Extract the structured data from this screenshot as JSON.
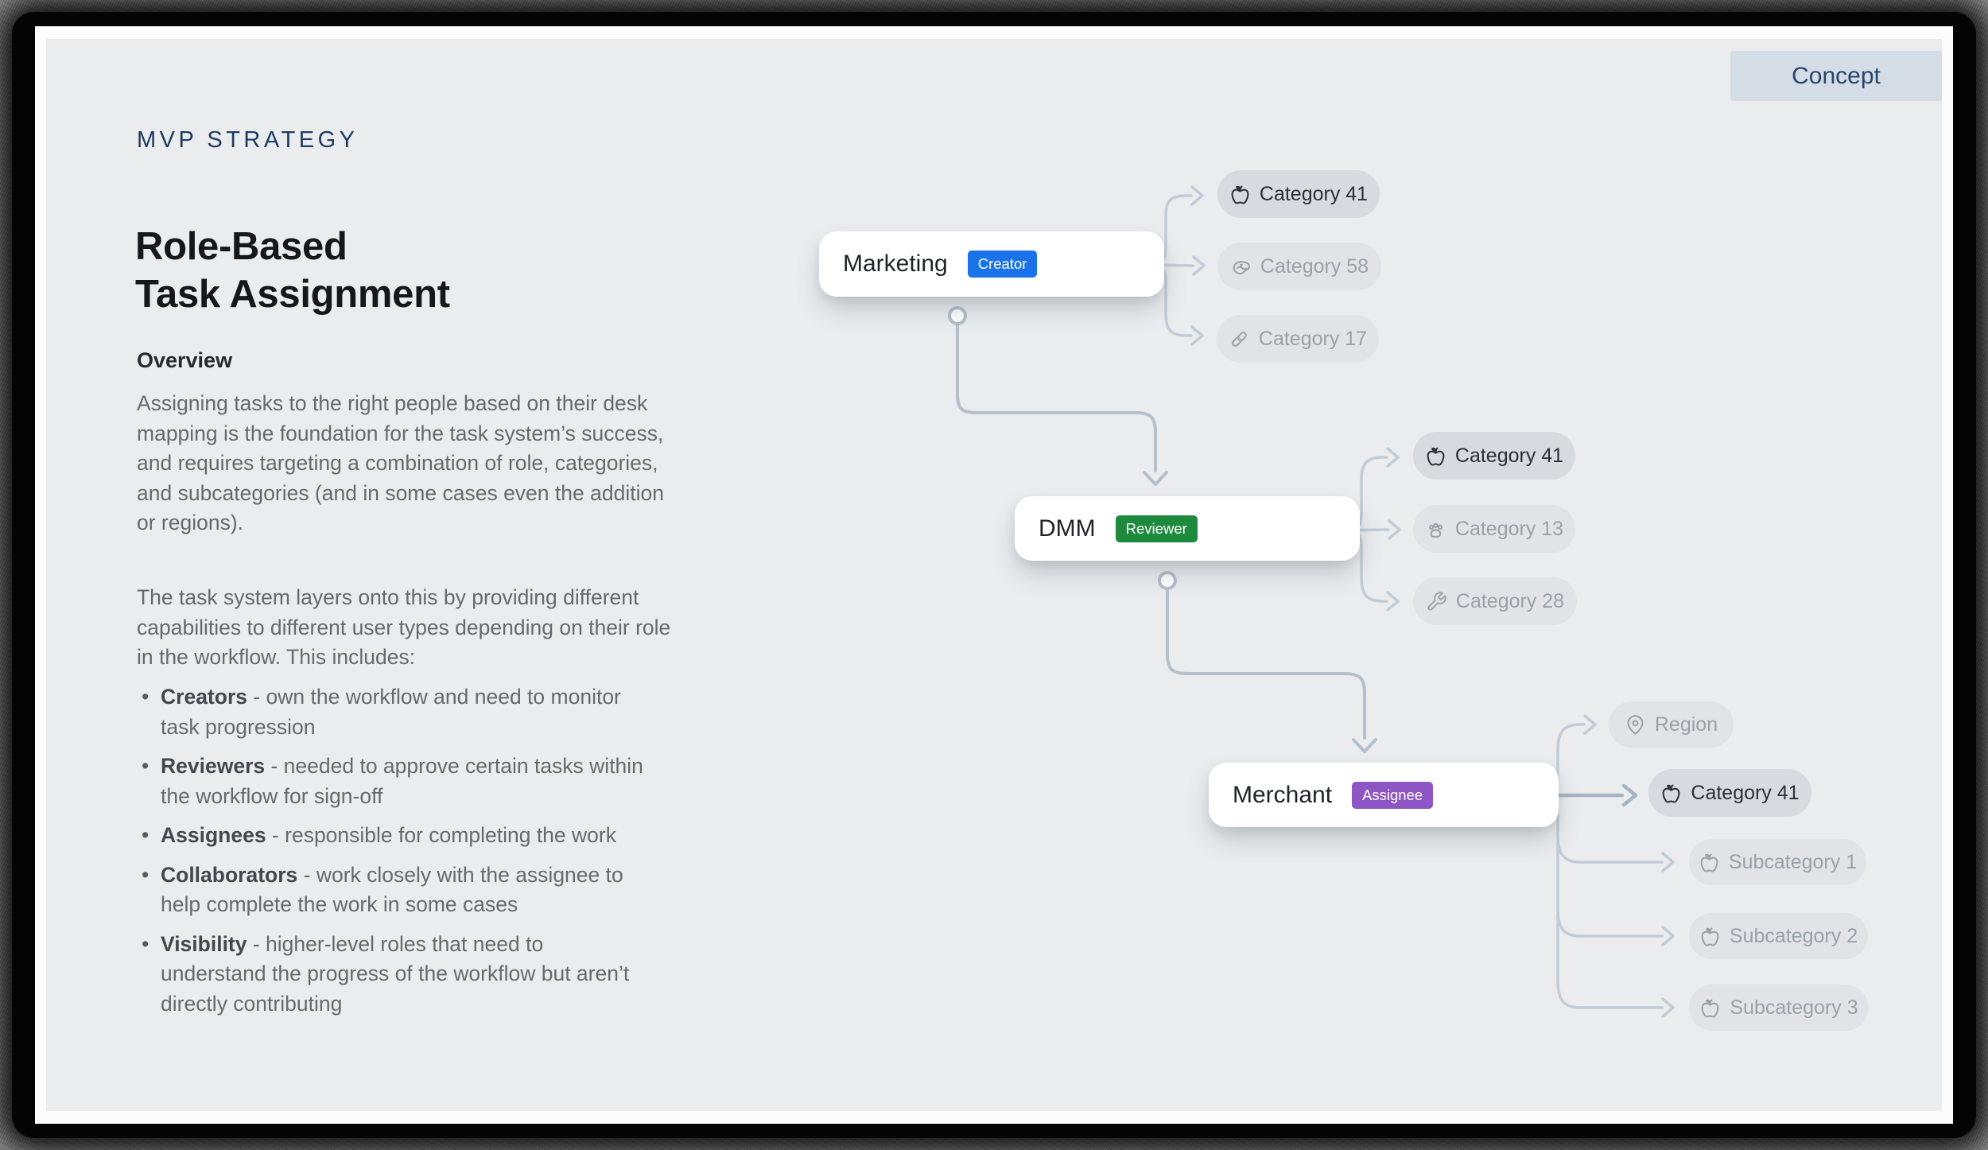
{
  "frame": {
    "concept_label": "Concept"
  },
  "header": {
    "eyebrow": "MVP STRATEGY",
    "title_line1": "Role-Based",
    "title_line2": "Task Assignment"
  },
  "overview": {
    "heading": "Overview",
    "paragraph1": "Assigning tasks to the right people based on their desk mapping is the foundation for the task system’s success, and requires targeting a combination of role, categories, and subcategories (and in some cases even the addition or regions).",
    "paragraph2": "The task system layers onto this by providing different capabilities to different user types depending on their role in the workflow. This includes:"
  },
  "bullets": [
    {
      "term": "Creators",
      "text": " - own the workflow and need to monitor task progression"
    },
    {
      "term": "Reviewers",
      "text": " - needed to approve certain tasks within the workflow for sign-off"
    },
    {
      "term": "Assignees",
      "text": " - responsible for completing the work"
    },
    {
      "term": "Collaborators",
      "text": " - work closely with the assignee to help complete the work in some cases"
    },
    {
      "term": "Visibility",
      "text": " - higher-level roles that need to understand the progress of the workflow but aren’t directly contributing"
    }
  ],
  "diagram": {
    "nodes": {
      "marketing": {
        "label": "Marketing",
        "badge": "Creator"
      },
      "dmm": {
        "label": "DMM",
        "badge": "Reviewer"
      },
      "merchant": {
        "label": "Merchant",
        "badge": "Assignee"
      }
    },
    "marketing_chips": [
      {
        "label": "Category 41",
        "icon": "apple-icon",
        "active": true
      },
      {
        "label": "Category 58",
        "icon": "steak-icon",
        "active": false
      },
      {
        "label": "Category 17",
        "icon": "bandage-icon",
        "active": false
      }
    ],
    "dmm_chips": [
      {
        "label": "Category 41",
        "icon": "apple-icon",
        "active": true
      },
      {
        "label": "Category 13",
        "icon": "paw-icon",
        "active": false
      },
      {
        "label": "Category 28",
        "icon": "wrench-icon",
        "active": false
      }
    ],
    "merchant_chips": [
      {
        "label": "Region",
        "icon": "map-pin-icon",
        "active": false
      },
      {
        "label": "Category 41",
        "icon": "apple-icon",
        "active": true
      },
      {
        "label": "Subcategory 1",
        "icon": "apple-icon",
        "active": false
      },
      {
        "label": "Subcategory 2",
        "icon": "apple-icon",
        "active": false
      },
      {
        "label": "Subcategory 3",
        "icon": "apple-icon",
        "active": false
      }
    ]
  },
  "colors": {
    "accent_navy": "#1e3c61",
    "slide_bg": "#eaecee",
    "connector": "#c3ccd6",
    "connector_strong": "#b5c0cb",
    "connector_main": "#a6b5c3",
    "badge_creator": "#1a73e8",
    "badge_reviewer": "#1e8a3d",
    "badge_assignee": "#8d56c4",
    "chip_active_bg": "#d7dade",
    "chip_inactive_bg": "#e1e3e7"
  }
}
